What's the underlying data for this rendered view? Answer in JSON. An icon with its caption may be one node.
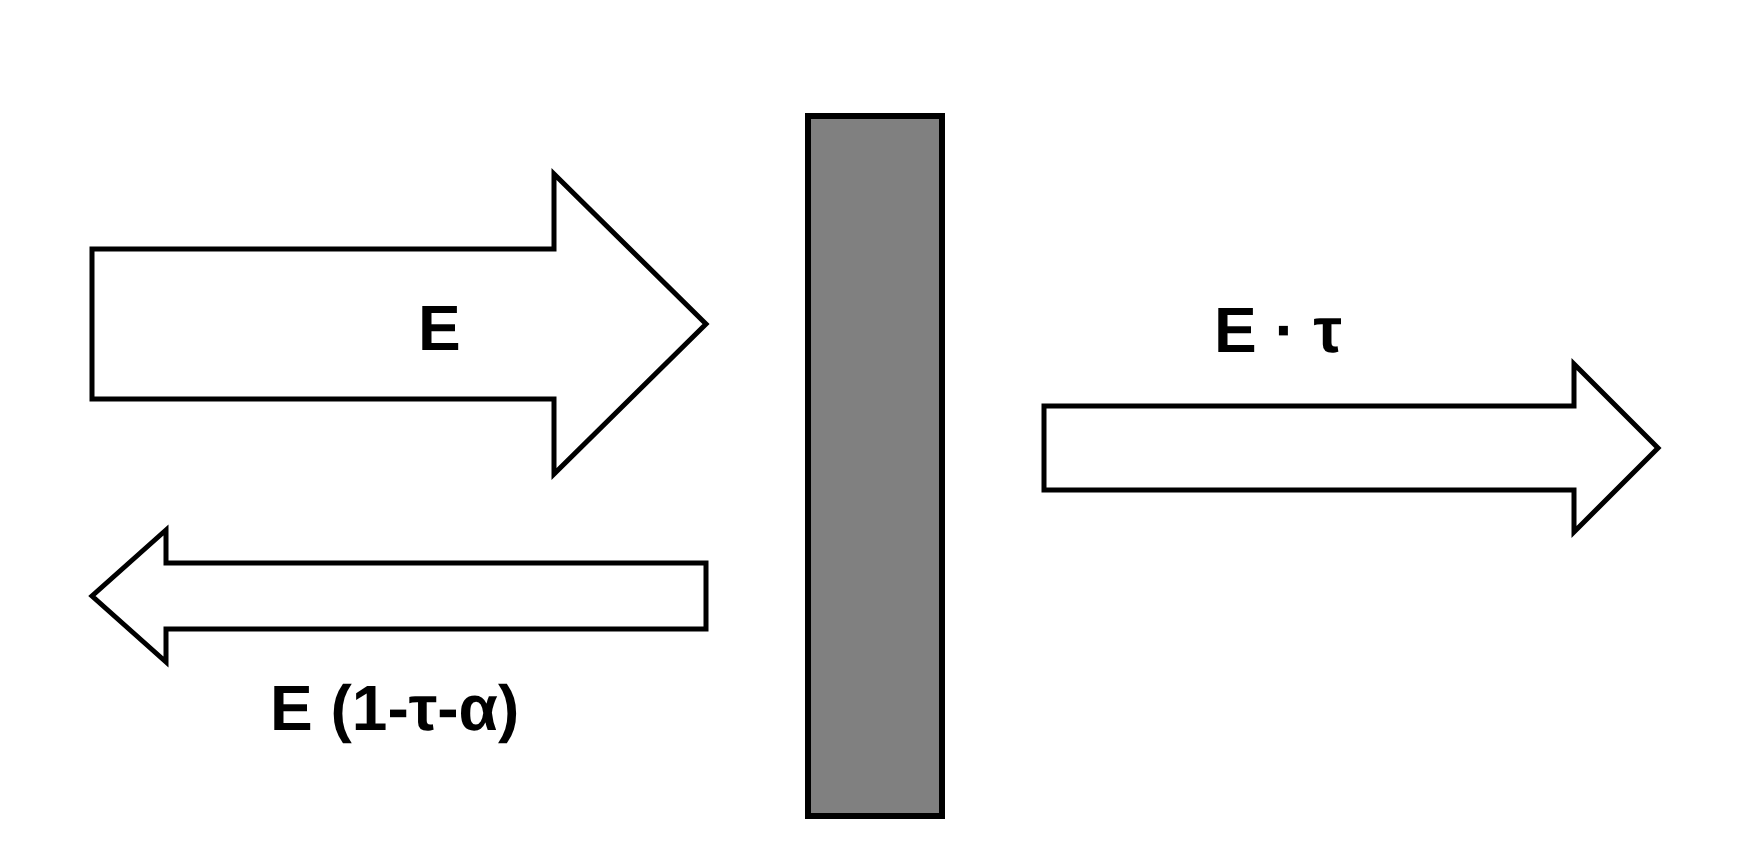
{
  "diagram": {
    "nodes": [
      {
        "text": [],
        "shape": "bar"
      }
    ],
    "labels": [
      "E",
      "E · τ",
      "E (1-τ-α)"
    ]
  }
}
